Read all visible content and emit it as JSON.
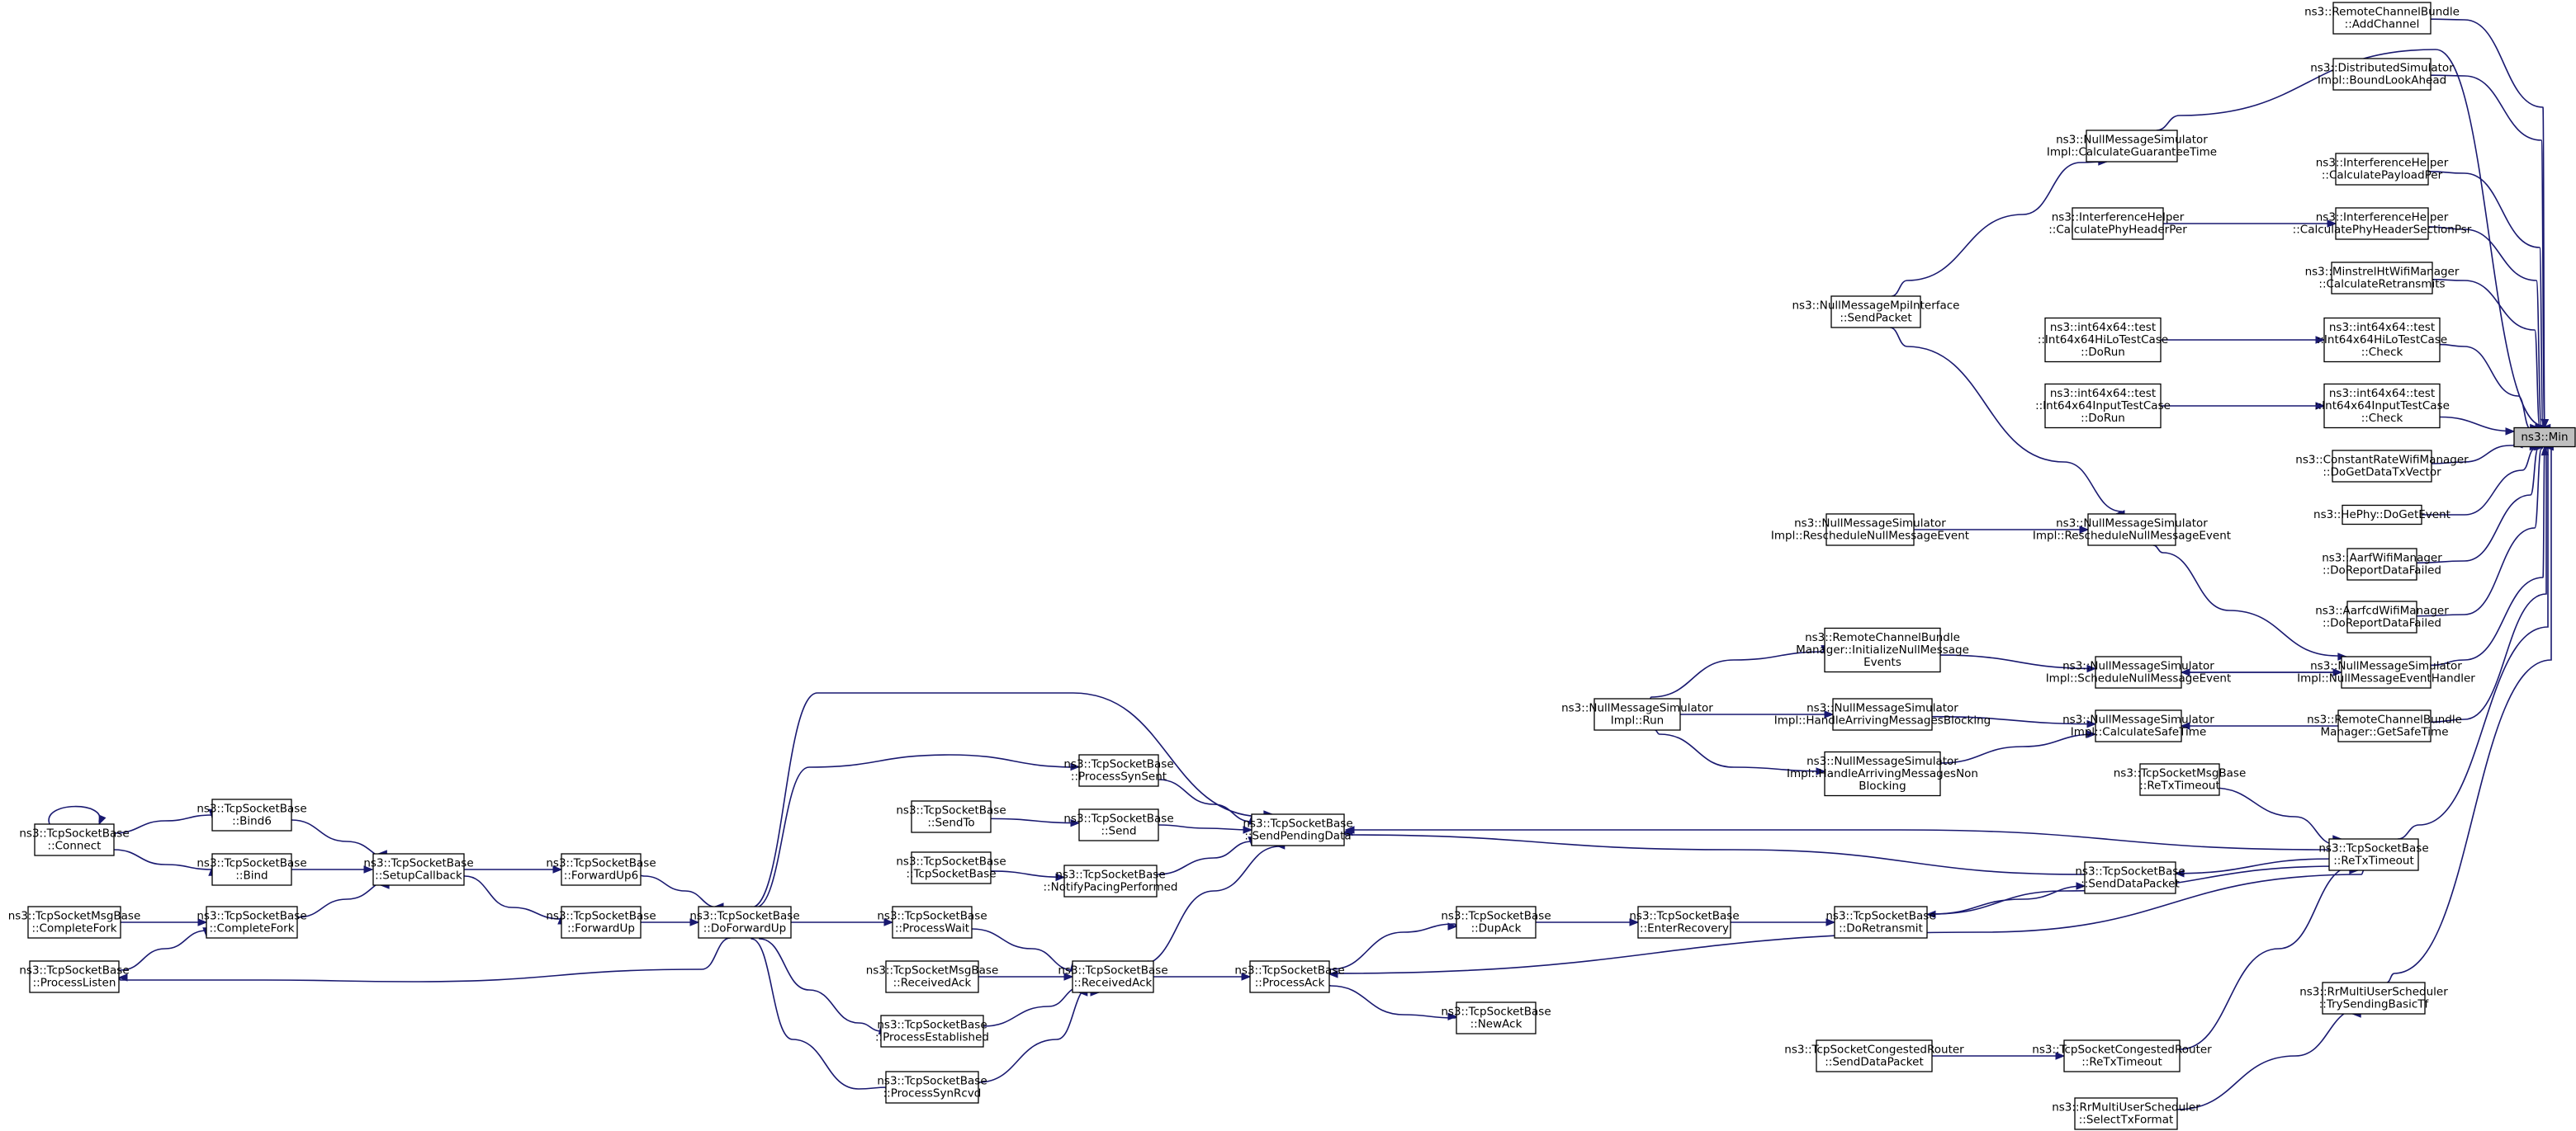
{
  "graph": {
    "title": "",
    "colors": {
      "edge": "#191970",
      "node_border": "#000000",
      "node_fill": "#ffffff",
      "root_fill": "#bfbfbf"
    },
    "nodes": [
      {
        "id": "min",
        "lines": [
          "ns3::Min"
        ],
        "root": true
      },
      {
        "id": "addchannel",
        "lines": [
          "ns3::RemoteChannelBundle",
          "::AddChannel"
        ]
      },
      {
        "id": "boundlook",
        "lines": [
          "ns3::DistributedSimulator",
          "Impl::BoundLookAhead"
        ]
      },
      {
        "id": "calcguar",
        "lines": [
          "ns3::NullMessageSimulator",
          "Impl::CalculateGuaranteeTime"
        ]
      },
      {
        "id": "calcpay",
        "lines": [
          "ns3::InterferenceHelper",
          "::CalculatePayloadPer"
        ]
      },
      {
        "id": "calcphyhdrsec",
        "lines": [
          "ns3::InterferenceHelper",
          "::CalculatePhyHeaderSectionPsr"
        ]
      },
      {
        "id": "calcphyhdr",
        "lines": [
          "ns3::InterferenceHelper",
          "::CalculatePhyHeaderPer"
        ]
      },
      {
        "id": "sendpacket",
        "lines": [
          "ns3::NullMessageMpiInterface",
          "::SendPacket"
        ]
      },
      {
        "id": "calcretx",
        "lines": [
          "ns3::MinstrelHtWifiManager",
          "::CalculateRetransmits"
        ]
      },
      {
        "id": "check1",
        "lines": [
          "ns3::int64x64::test",
          "::Int64x64HiLoTestCase",
          "::Check"
        ]
      },
      {
        "id": "dorun1",
        "lines": [
          "ns3::int64x64::test",
          "::Int64x64HiLoTestCase",
          "::DoRun"
        ]
      },
      {
        "id": "check2",
        "lines": [
          "ns3::int64x64::test",
          "::Int64x64InputTestCase",
          "::Check"
        ]
      },
      {
        "id": "dorun2",
        "lines": [
          "ns3::int64x64::test",
          "::Int64x64InputTestCase",
          "::DoRun"
        ]
      },
      {
        "id": "dogetdata",
        "lines": [
          "ns3::ConstantRateWifiManager",
          "::DoGetDataTxVector"
        ]
      },
      {
        "id": "hephy",
        "lines": [
          "ns3::HePhy::DoGetEvent"
        ]
      },
      {
        "id": "aarf",
        "lines": [
          "ns3::AarfWifiManager",
          "::DoReportDataFailed"
        ]
      },
      {
        "id": "aarfcd",
        "lines": [
          "ns3::AarfcdWifiManager",
          "::DoReportDataFailed"
        ]
      },
      {
        "id": "resched1",
        "lines": [
          "ns3::NullMessageSimulator",
          "Impl::RescheduleNullMessageEvent"
        ]
      },
      {
        "id": "resched2",
        "lines": [
          "ns3::NullMessageSimulator",
          "Impl::RescheduleNullMessageEvent"
        ]
      },
      {
        "id": "initnull",
        "lines": [
          "ns3::RemoteChannelBundle",
          "Manager::InitializeNullMessage",
          "Events"
        ]
      },
      {
        "id": "schednull",
        "lines": [
          "ns3::NullMessageSimulator",
          "Impl::ScheduleNullMessageEvent"
        ]
      },
      {
        "id": "nullhandler",
        "lines": [
          "ns3::NullMessageSimulator",
          "Impl::NullMessageEventHandler"
        ]
      },
      {
        "id": "simrun",
        "lines": [
          "ns3::NullMessageSimulator",
          "Impl::Run"
        ]
      },
      {
        "id": "harblock",
        "lines": [
          "ns3::NullMessageSimulator",
          "Impl::HandleArrivingMessagesBlocking"
        ]
      },
      {
        "id": "calcsafe",
        "lines": [
          "ns3::NullMessageSimulator",
          "Impl::CalculateSafeTime"
        ]
      },
      {
        "id": "getsafe",
        "lines": [
          "ns3::RemoteChannelBundle",
          "Manager::GetSafeTime"
        ]
      },
      {
        "id": "harnonblock",
        "lines": [
          "ns3::NullMessageSimulator",
          "Impl::HandleArrivingMessagesNon",
          "Blocking"
        ]
      },
      {
        "id": "msgretx",
        "lines": [
          "ns3::TcpSocketMsgBase",
          "::ReTxTimeout"
        ]
      },
      {
        "id": "retx",
        "lines": [
          "ns3::TcpSocketBase",
          "::ReTxTimeout"
        ]
      },
      {
        "id": "processsynsent",
        "lines": [
          "ns3::TcpSocketBase",
          "::ProcessSynSent"
        ]
      },
      {
        "id": "sendto",
        "lines": [
          "ns3::TcpSocketBase",
          "::SendTo"
        ]
      },
      {
        "id": "send",
        "lines": [
          "ns3::TcpSocketBase",
          "::Send"
        ]
      },
      {
        "id": "sendpending",
        "lines": [
          "ns3::TcpSocketBase",
          "::SendPendingData"
        ]
      },
      {
        "id": "tcpsb",
        "lines": [
          "ns3::TcpSocketBase",
          "::TcpSocketBase"
        ]
      },
      {
        "id": "notifypacing",
        "lines": [
          "ns3::TcpSocketBase",
          "::NotifyPacingPerformed"
        ]
      },
      {
        "id": "senddatapacket",
        "lines": [
          "ns3::TcpSocketBase",
          "::SendDataPacket"
        ]
      },
      {
        "id": "connect",
        "lines": [
          "ns3::TcpSocketBase",
          "::Connect"
        ]
      },
      {
        "id": "bind6",
        "lines": [
          "ns3::TcpSocketBase",
          "::Bind6"
        ]
      },
      {
        "id": "bind",
        "lines": [
          "ns3::TcpSocketBase",
          "::Bind"
        ]
      },
      {
        "id": "setupcb",
        "lines": [
          "ns3::TcpSocketBase",
          "::SetupCallback"
        ]
      },
      {
        "id": "fwdup6",
        "lines": [
          "ns3::TcpSocketBase",
          "::ForwardUp6"
        ]
      },
      {
        "id": "fwdup",
        "lines": [
          "ns3::TcpSocketBase",
          "::ForwardUp"
        ]
      },
      {
        "id": "msgcompletefork",
        "lines": [
          "ns3::TcpSocketMsgBase",
          "::CompleteFork"
        ]
      },
      {
        "id": "completefork",
        "lines": [
          "ns3::TcpSocketBase",
          "::CompleteFork"
        ]
      },
      {
        "id": "doforwardup",
        "lines": [
          "ns3::TcpSocketBase",
          "::DoForwardUp"
        ]
      },
      {
        "id": "processlisten",
        "lines": [
          "ns3::TcpSocketBase",
          "::ProcessListen"
        ]
      },
      {
        "id": "processwait",
        "lines": [
          "ns3::TcpSocketBase",
          "::ProcessWait"
        ]
      },
      {
        "id": "msgrecvack",
        "lines": [
          "ns3::TcpSocketMsgBase",
          "::ReceivedAck"
        ]
      },
      {
        "id": "recvack",
        "lines": [
          "ns3::TcpSocketBase",
          "::ReceivedAck"
        ]
      },
      {
        "id": "processack",
        "lines": [
          "ns3::TcpSocketBase",
          "::ProcessAck"
        ]
      },
      {
        "id": "dupack",
        "lines": [
          "ns3::TcpSocketBase",
          "::DupAck"
        ]
      },
      {
        "id": "enterrecovery",
        "lines": [
          "ns3::TcpSocketBase",
          "::EnterRecovery"
        ]
      },
      {
        "id": "doretransmit",
        "lines": [
          "ns3::TcpSocketBase",
          "::DoRetransmit"
        ]
      },
      {
        "id": "newack",
        "lines": [
          "ns3::TcpSocketBase",
          "::NewAck"
        ]
      },
      {
        "id": "processestablished",
        "lines": [
          "ns3::TcpSocketBase",
          "::ProcessEstablished"
        ]
      },
      {
        "id": "processsynrcvd",
        "lines": [
          "ns3::TcpSocketBase",
          "::ProcessSynRcvd"
        ]
      },
      {
        "id": "trysending",
        "lines": [
          "ns3::RrMultiUserScheduler",
          "::TrySendingBasicTf"
        ]
      },
      {
        "id": "congsend",
        "lines": [
          "ns3::TcpSocketCongestedRouter",
          "::SendDataPacket"
        ]
      },
      {
        "id": "congretx",
        "lines": [
          "ns3::TcpSocketCongestedRouter",
          "::ReTxTimeout"
        ]
      },
      {
        "id": "selecttx",
        "lines": [
          "ns3::RrMultiUserScheduler",
          "::SelectTxFormat"
        ]
      }
    ],
    "edges": [
      {
        "from": "addchannel",
        "to": "min"
      },
      {
        "from": "boundlook",
        "to": "min"
      },
      {
        "from": "calcguar",
        "to": "min"
      },
      {
        "from": "calcpay",
        "to": "min"
      },
      {
        "from": "calcphyhdrsec",
        "to": "min"
      },
      {
        "from": "calcretx",
        "to": "min"
      },
      {
        "from": "check1",
        "to": "min"
      },
      {
        "from": "check2",
        "to": "min"
      },
      {
        "from": "dogetdata",
        "to": "min"
      },
      {
        "from": "hephy",
        "to": "min"
      },
      {
        "from": "aarf",
        "to": "min"
      },
      {
        "from": "aarfcd",
        "to": "min"
      },
      {
        "from": "nullhandler",
        "to": "min"
      },
      {
        "from": "getsafe",
        "to": "min"
      },
      {
        "from": "retx",
        "to": "min"
      },
      {
        "from": "trysending",
        "to": "min"
      },
      {
        "from": "sendpacket",
        "to": "calcguar"
      },
      {
        "from": "calcphyhdr",
        "to": "calcphyhdrsec"
      },
      {
        "from": "dorun1",
        "to": "check1"
      },
      {
        "from": "dorun2",
        "to": "check2"
      },
      {
        "from": "sendpacket",
        "to": "resched2"
      },
      {
        "from": "resched1",
        "to": "resched2"
      },
      {
        "from": "resched2",
        "to": "nullhandler"
      },
      {
        "from": "schednull",
        "to": "nullhandler"
      },
      {
        "from": "nullhandler",
        "to": "schednull"
      },
      {
        "from": "initnull",
        "to": "schednull"
      },
      {
        "from": "simrun",
        "to": "initnull"
      },
      {
        "from": "simrun",
        "to": "harblock"
      },
      {
        "from": "simrun",
        "to": "harnonblock"
      },
      {
        "from": "harblock",
        "to": "calcsafe"
      },
      {
        "from": "harnonblock",
        "to": "calcsafe"
      },
      {
        "from": "getsafe",
        "to": "calcsafe"
      },
      {
        "from": "msgretx",
        "to": "retx"
      },
      {
        "from": "retx",
        "to": "sendpending"
      },
      {
        "from": "retx",
        "to": "senddatapacket"
      },
      {
        "from": "retx",
        "to": "doretransmit"
      },
      {
        "from": "retx",
        "to": "processack"
      },
      {
        "from": "congretx",
        "to": "retx"
      },
      {
        "from": "congsend",
        "to": "congretx"
      },
      {
        "from": "selecttx",
        "to": "trysending"
      },
      {
        "from": "senddatapacket",
        "to": "sendpending"
      },
      {
        "from": "doretransmit",
        "to": "senddatapacket"
      },
      {
        "from": "enterrecovery",
        "to": "doretransmit"
      },
      {
        "from": "dupack",
        "to": "enterrecovery"
      },
      {
        "from": "processack",
        "to": "dupack"
      },
      {
        "from": "processack",
        "to": "newack"
      },
      {
        "from": "recvack",
        "to": "processack"
      },
      {
        "from": "processsynsent",
        "to": "sendpending"
      },
      {
        "from": "send",
        "to": "sendpending"
      },
      {
        "from": "sendto",
        "to": "send"
      },
      {
        "from": "notifypacing",
        "to": "sendpending"
      },
      {
        "from": "tcpsb",
        "to": "notifypacing"
      },
      {
        "from": "recvack",
        "to": "sendpending"
      },
      {
        "from": "doforwardup",
        "to": "sendpending"
      },
      {
        "from": "doforwardup",
        "to": "processsynsent"
      },
      {
        "from": "doforwardup",
        "to": "processwait"
      },
      {
        "from": "doforwardup",
        "to": "processestablished"
      },
      {
        "from": "doforwardup",
        "to": "processsynrcvd"
      },
      {
        "from": "doforwardup",
        "to": "processlisten"
      },
      {
        "from": "processwait",
        "to": "recvack"
      },
      {
        "from": "msgrecvack",
        "to": "recvack"
      },
      {
        "from": "processestablished",
        "to": "recvack"
      },
      {
        "from": "processsynrcvd",
        "to": "recvack"
      },
      {
        "from": "fwdup6",
        "to": "doforwardup"
      },
      {
        "from": "fwdup",
        "to": "doforwardup"
      },
      {
        "from": "setupcb",
        "to": "fwdup6"
      },
      {
        "from": "setupcb",
        "to": "fwdup"
      },
      {
        "from": "bind6",
        "to": "setupcb"
      },
      {
        "from": "bind",
        "to": "setupcb"
      },
      {
        "from": "completefork",
        "to": "setupcb"
      },
      {
        "from": "connect",
        "to": "bind6"
      },
      {
        "from": "connect",
        "to": "bind"
      },
      {
        "from": "connect",
        "to": "connect"
      },
      {
        "from": "msgcompletefork",
        "to": "completefork"
      },
      {
        "from": "processlisten",
        "to": "completefork"
      }
    ]
  }
}
